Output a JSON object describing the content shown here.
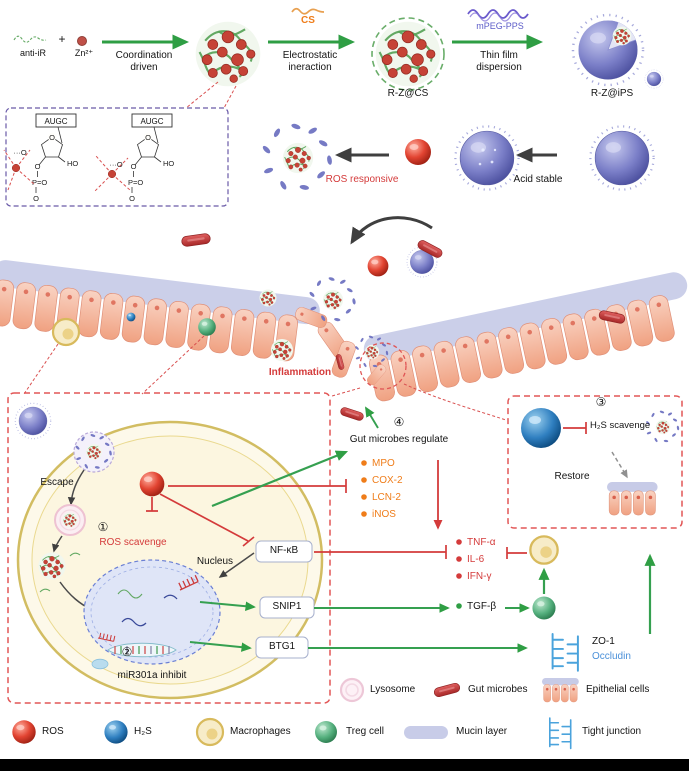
{
  "synthesis": {
    "anti_ir": "anti-iR",
    "plus": "+",
    "zn": "Zn²⁺",
    "arrow1_l1": "Coordination",
    "arrow1_l2": "driven",
    "cs": "CS",
    "arrow2_l1": "Electrostatic",
    "arrow2_l2": "ineraction",
    "rzcs": "R-Z@CS",
    "mpeg_pps": "mPEG-PPS",
    "arrow3_l1": "Thin film",
    "arrow3_l2": "dispersion",
    "rzips": "R-Z@iPS"
  },
  "chemistry": {
    "base1": "AUGC",
    "base2": "AUGC",
    "ring_o": "O",
    "ho": "HO",
    "phosphate_o_top": "O",
    "p_double_o": "P=O",
    "phosphate_o_bottom": "O",
    "ellipsis_o": "···O"
  },
  "release": {
    "ros_responsive": "ROS responsive",
    "acid_stable": "Acid stable"
  },
  "tissue": {
    "inflammation": "Inflammation"
  },
  "macrophage_box": {
    "escape": "Escape",
    "step1_num": "①",
    "step1": "ROS scavenge",
    "nucleus": "Nucleus",
    "nfkb": "NF-κB",
    "snip1": "SNIP1",
    "btg1": "BTG1",
    "step2_num": "②",
    "step2": "miR301a inhibit"
  },
  "pathway": {
    "step4_num": "④",
    "step4": "Gut microbes regulate",
    "markers": [
      "MPO",
      "COX-2",
      "LCN-2",
      "iNOS"
    ],
    "cytokines": [
      "TNF-α",
      "IL-6",
      "IFN-γ"
    ],
    "tgfb": "TGF-β",
    "zo1": "ZO-1",
    "occludin": "Occludin"
  },
  "h2s_box": {
    "step3_num": "③",
    "step3": "H₂S scavenge",
    "restore": "Restore"
  },
  "legend": {
    "lysosome": "Lysosome",
    "gut_microbes": "Gut microbes",
    "epithelial_cells": "Epithelial cells",
    "ros": "ROS",
    "h2s": "H₂S",
    "macrophages": "Macrophages",
    "treg": "Treg cell",
    "mucin": "Mucin layer",
    "tight_junction": "Tight junction"
  },
  "colors": {
    "green_arrow": "#2f9e44",
    "red": "#d43b3b",
    "orange": "#ef7d1a",
    "blue": "#4a90d9",
    "purple": "#7478c8"
  }
}
